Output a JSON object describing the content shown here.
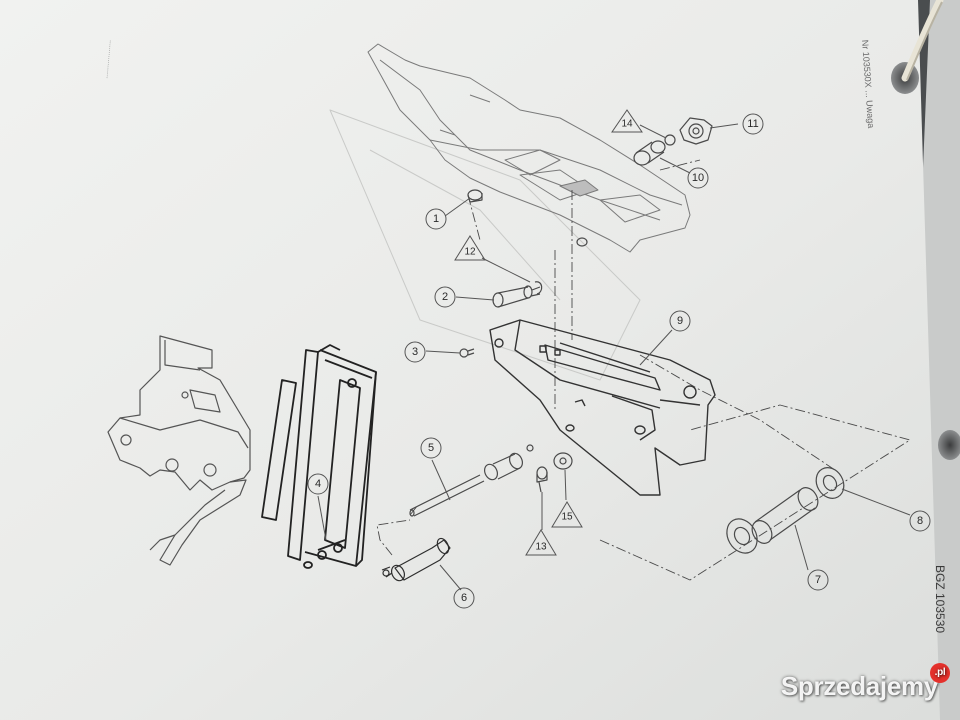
{
  "document": {
    "doc_number_edge": "Nr 103530X ... Uwaga",
    "doc_code_edge": "BGZ 103530",
    "left_edge_text": "...................."
  },
  "callouts": [
    {
      "id": "1",
      "label": "1",
      "shape": "circle"
    },
    {
      "id": "2",
      "label": "2",
      "shape": "circle"
    },
    {
      "id": "3",
      "label": "3",
      "shape": "circle"
    },
    {
      "id": "4",
      "label": "4",
      "shape": "circle"
    },
    {
      "id": "5",
      "label": "5",
      "shape": "circle"
    },
    {
      "id": "6",
      "label": "6",
      "shape": "circle"
    },
    {
      "id": "7",
      "label": "7",
      "shape": "circle"
    },
    {
      "id": "8",
      "label": "8",
      "shape": "circle"
    },
    {
      "id": "9",
      "label": "9",
      "shape": "circle"
    },
    {
      "id": "10",
      "label": "10",
      "shape": "circle"
    },
    {
      "id": "11",
      "label": "11",
      "shape": "circle"
    },
    {
      "id": "12",
      "label": "12",
      "shape": "triangle"
    },
    {
      "id": "13",
      "label": "13",
      "shape": "triangle"
    },
    {
      "id": "14",
      "label": "14",
      "shape": "triangle"
    },
    {
      "id": "15",
      "label": "15",
      "shape": "triangle"
    }
  ],
  "watermark": {
    "text": "Sprzedajemy",
    "badge": ".pl"
  },
  "colors": {
    "paper": "#ecedeb",
    "ink": "#3a3a3a",
    "watermark_badge": "#e4312c"
  }
}
